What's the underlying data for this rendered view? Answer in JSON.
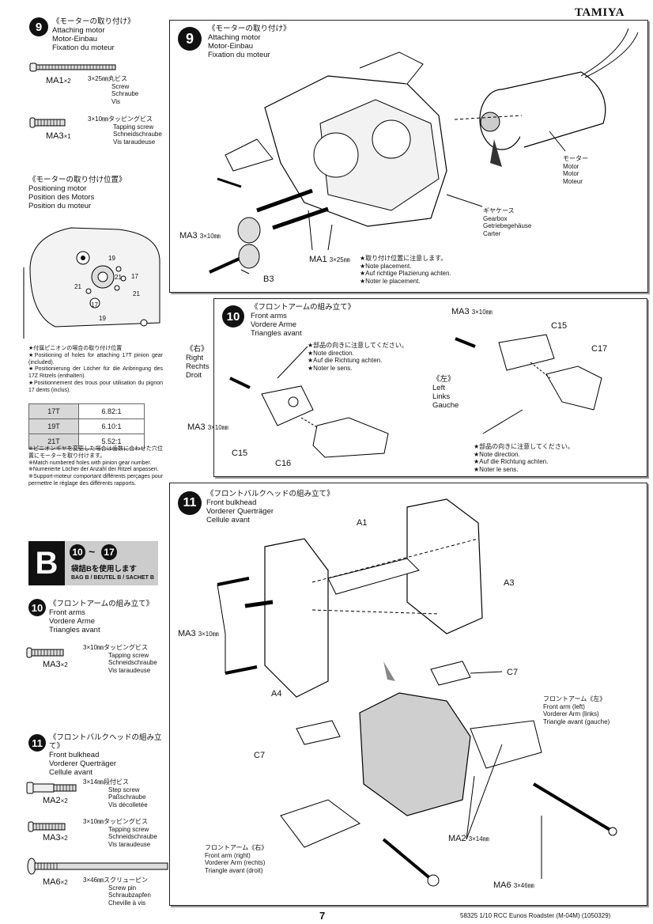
{
  "header": {
    "brand": "TAMIYA"
  },
  "footer": {
    "page_number": "7",
    "product": "58325  1/10 RCC Eunos Roadster (M-04M) (1050329)"
  },
  "left": {
    "step9": {
      "num": "9",
      "title_jp": "《モーターの取り付け》",
      "title_en": "Attaching motor",
      "title_de": "Motor-Einbau",
      "title_fr": "Fixation du moteur",
      "ma1": {
        "code": "MA1",
        "qty": "×2",
        "jp": "3×25㎜丸ビス",
        "en": "Screw",
        "de": "Schraube",
        "fr": "Vis"
      },
      "ma3": {
        "code": "MA3",
        "qty": "×1",
        "jp": "3×10㎜タッピングビス",
        "en": "Tapping screw",
        "de": "Schneidschraube",
        "fr": "Vis taraudeuse"
      }
    },
    "position": {
      "jp": "《モーターの取り付け位置》",
      "en": "Positioning motor",
      "de": "Position des Motors",
      "fr": "Position du moteur",
      "holes": [
        "19",
        "17",
        "21",
        "21",
        "21",
        "17",
        "19"
      ]
    },
    "notes": {
      "a1": "★付属ピニオンの場合の取り付け位置",
      "a2": "★Positioning of holes for attaching 17T pinion gear (included).",
      "a3": "★Positionierung der Löcher für die Anbringung des 17Z Ritzels (enthalten).",
      "a4": "★Positionnement des trous pour utilisation du pignon 17 dents (inclus)."
    },
    "ratios": [
      {
        "gear": "17T",
        "ratio": "6.82:1"
      },
      {
        "gear": "19T",
        "ratio": "6.10:1"
      },
      {
        "gear": "21T",
        "ratio": "5.52:1"
      }
    ],
    "notes2": {
      "b1": "※ピニオンギヤを変更した場合は歯数に合わせた穴位置にモーターを取り付けます。",
      "b2": "※Match numbered holes with pinion gear number.",
      "b3": "※Numerierte Löcher der Anzahl der Ritzel anpassen.",
      "b4": "※Support-moteur comportant différents perçages pour permettre le réglage des différents rapports."
    },
    "bag": {
      "letter": "B",
      "from": "10",
      "to": "17",
      "jp": "袋詰Bを使用します",
      "en": "BAG B / BEUTEL B / SACHET B"
    },
    "step10": {
      "num": "10",
      "jp": "《フロントアームの組み立て》",
      "en": "Front arms",
      "de": "Vordere Arme",
      "fr": "Triangles avant",
      "ma3": {
        "code": "MA3",
        "qty": "×2",
        "jp": "3×10㎜タッピングビス",
        "en": "Tapping screw",
        "de": "Schneidschraube",
        "fr": "Vis taraudeuse"
      }
    },
    "step11": {
      "num": "11",
      "jp": "《フロントバルクヘッドの組み立て》",
      "en": "Front bulkhead",
      "de": "Vorderer Querträger",
      "fr": "Cellule avant",
      "ma2": {
        "code": "MA2",
        "qty": "×2",
        "jp": "3×14㎜段付ビス",
        "en": "Step screw",
        "de": "Paßschraube",
        "fr": "Vis décolletée"
      },
      "ma3": {
        "code": "MA3",
        "qty": "×2",
        "jp": "3×10㎜タッピングビス",
        "en": "Tapping screw",
        "de": "Schneidschraube",
        "fr": "Vis taraudeuse"
      },
      "ma6": {
        "code": "MA6",
        "qty": "×2",
        "jp": "3×46㎜スクリューピン",
        "en": "Screw pin",
        "de": "Schraubzapfen",
        "fr": "Cheville à vis"
      }
    }
  },
  "panel9": {
    "num": "9",
    "jp": "《モーターの取り付け》",
    "en": "Attaching motor",
    "de": "Motor-Einbau",
    "fr": "Fixation du moteur",
    "motor": {
      "jp": "モーター",
      "en": "Motor",
      "de": "Motor",
      "fr": "Moteur"
    },
    "gearbox": {
      "jp": "ギヤケース",
      "en": "Gearbox",
      "de": "Getriebegehäuse",
      "fr": "Carter"
    },
    "ma3": "MA3",
    "ma3_size": "3×10㎜",
    "ma1": "MA1",
    "ma1_size": "3×25㎜",
    "b3": "B3",
    "note": {
      "jp": "★取り付け位置に注意します。",
      "en": "★Note placement.",
      "de": "★Auf richtige Plazierung achten.",
      "fr": "★Noter le placement."
    }
  },
  "panel10": {
    "num": "10",
    "jp": "《フロントアームの組み立て》",
    "en": "Front arms",
    "de": "Vordere Arme",
    "fr": "Triangles avant",
    "right": {
      "jp": "《右》",
      "en": "Right",
      "de": "Rechts",
      "fr": "Droit"
    },
    "left": {
      "jp": "《左》",
      "en": "Left",
      "de": "Links",
      "fr": "Gauche"
    },
    "note": {
      "jp": "★部品の向きに注意してください。",
      "en": "★Note direction.",
      "de": "★Auf die Richtung achten.",
      "fr": "★Noter le sens."
    },
    "ma3": "MA3",
    "ma3_size": "3×10㎜",
    "c15": "C15",
    "c16": "C16",
    "c17": "C17"
  },
  "panel11": {
    "num": "11",
    "jp": "《フロントバルクヘッドの組み立て》",
    "en": "Front bulkhead",
    "de": "Vorderer Querträger",
    "fr": "Cellule avant",
    "a1": "A1",
    "a3": "A3",
    "a4": "A4",
    "ma3": "MA3",
    "ma3_size": "3×10㎜",
    "c7": "C7",
    "arm_left": {
      "jp": "フロントアーム《左》",
      "en": "Front arm (left)",
      "de": "Vorderer Arm (links)",
      "fr": "Triangle avant (gauche)"
    },
    "arm_right": {
      "jp": "フロントアーム《右》",
      "en": "Front arm (right)",
      "de": "Vorderer Arm (rechts)",
      "fr": "Triangle avant (droit)"
    },
    "ma2": "MA2",
    "ma2_size": "3×14㎜",
    "ma6": "MA6",
    "ma6_size": "3×46㎜"
  }
}
